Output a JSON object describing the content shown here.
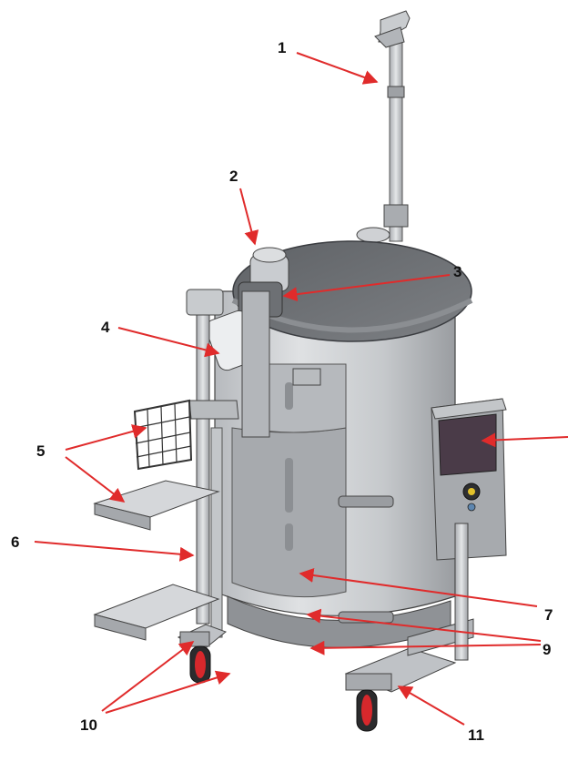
{
  "callouts": {
    "c1": "1",
    "c2": "2",
    "c3": "3",
    "c4": "4",
    "c5": "5",
    "c6": "6",
    "c7": "7",
    "c9": "9",
    "c10": "10",
    "c11": "11"
  },
  "colors": {
    "arrow": "#e02b2b",
    "metal": "#bfc2c6",
    "vessel_top": "#6f7276",
    "outline": "#3a3c40",
    "screen": "#4a3b48",
    "wheel": "#d7282c"
  }
}
